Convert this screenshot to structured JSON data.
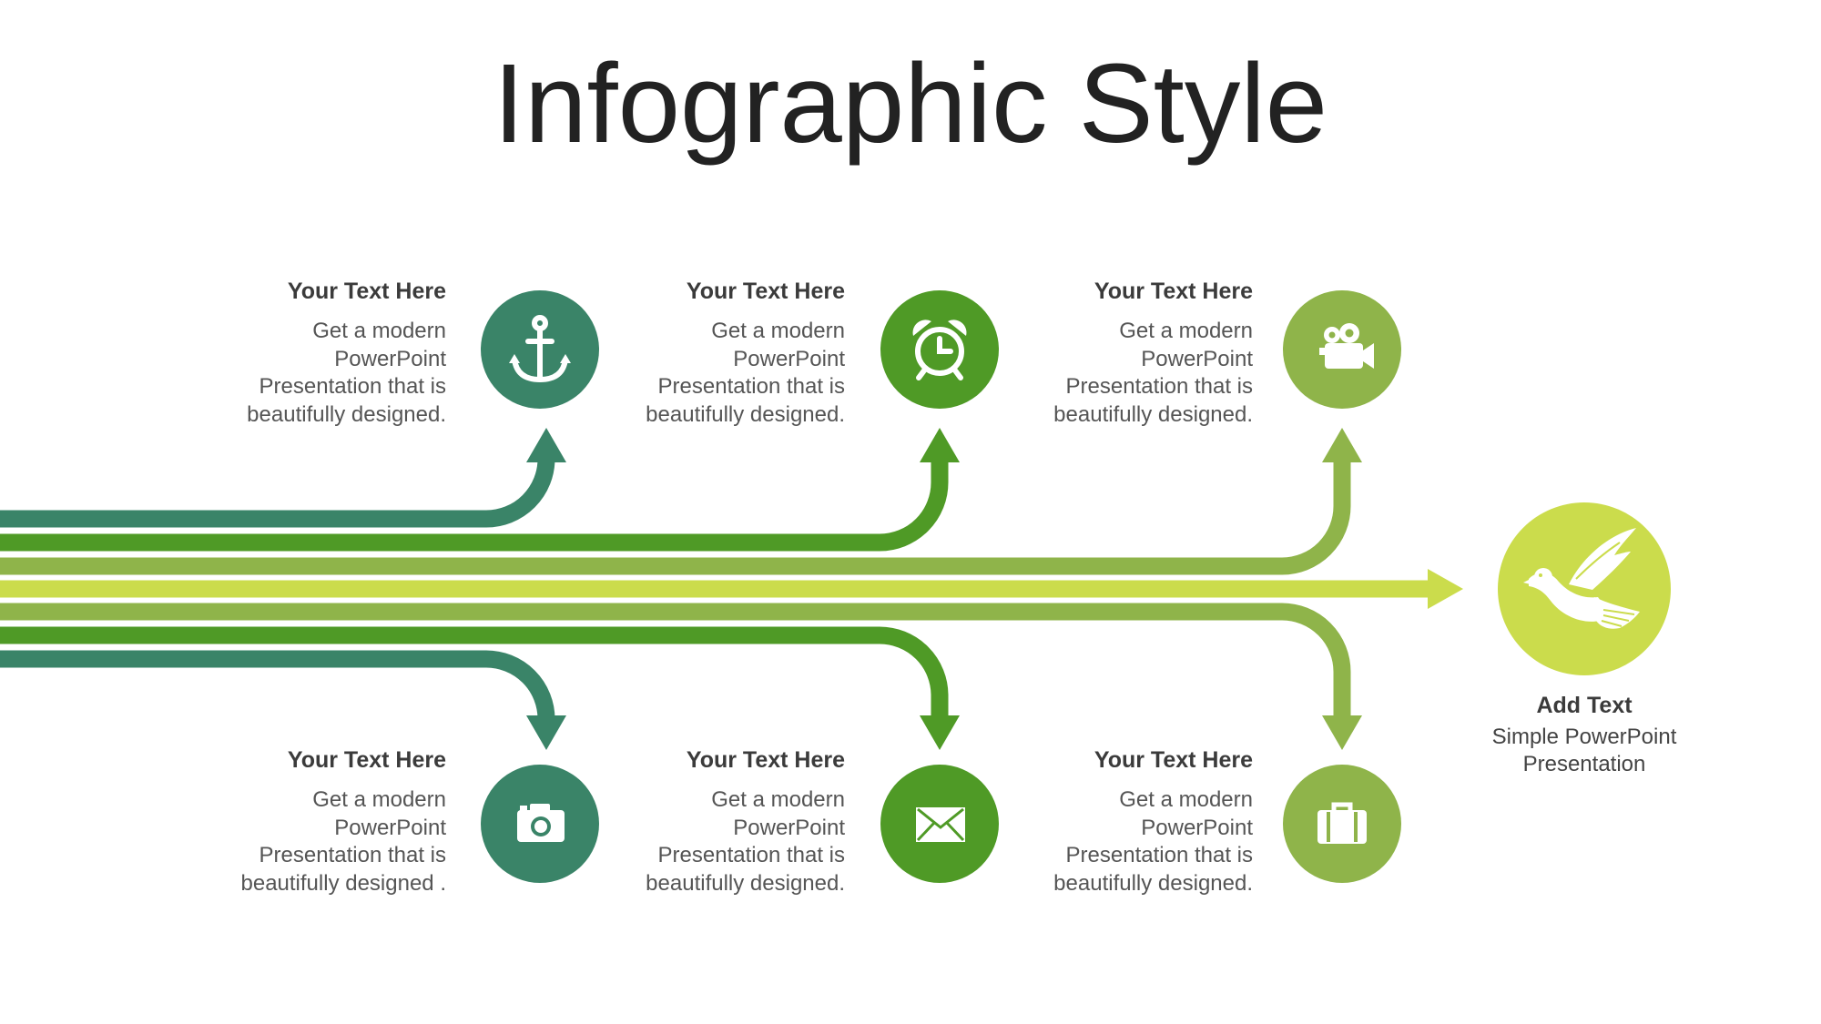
{
  "slide": {
    "title": "Infographic Style"
  },
  "colors": {
    "dark_teal": "#3a8468",
    "green": "#4f9a26",
    "olive": "#8fb44a",
    "lime": "#cbdc4c"
  },
  "items": [
    {
      "id": "top-1",
      "icon": "anchor-icon",
      "heading": "Your Text Here",
      "lines": [
        "Get a modern",
        "PowerPoint",
        "Presentation that is",
        "beautifully designed."
      ]
    },
    {
      "id": "top-2",
      "icon": "alarm-clock-icon",
      "heading": "Your Text Here",
      "lines": [
        "Get a modern",
        "PowerPoint",
        "Presentation that is",
        "beautifully designed."
      ]
    },
    {
      "id": "top-3",
      "icon": "video-camera-icon",
      "heading": "Your Text Here",
      "lines": [
        "Get a modern",
        "PowerPoint",
        "Presentation that is",
        "beautifully designed."
      ]
    },
    {
      "id": "bottom-1",
      "icon": "camera-icon",
      "heading": "Your Text Here",
      "lines": [
        "Get a modern",
        "PowerPoint",
        "Presentation that is",
        "beautifully designed ."
      ]
    },
    {
      "id": "bottom-2",
      "icon": "envelope-icon",
      "heading": "Your Text Here",
      "lines": [
        "Get a modern",
        "PowerPoint",
        "Presentation that is",
        "beautifully designed."
      ]
    },
    {
      "id": "bottom-3",
      "icon": "briefcase-icon",
      "heading": "Your Text Here",
      "lines": [
        "Get a modern",
        "PowerPoint",
        "Presentation that is",
        "beautifully designed."
      ]
    }
  ],
  "final": {
    "icon": "dove-icon",
    "heading": "Add Text",
    "lines": [
      "Simple PowerPoint",
      "Presentation"
    ]
  }
}
